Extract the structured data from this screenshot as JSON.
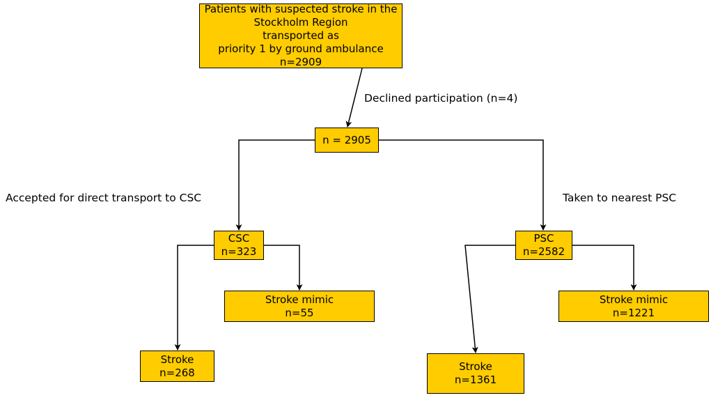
{
  "colors": {
    "box_fill": "#FFCC00",
    "line": "#000000"
  },
  "boxes": {
    "top": {
      "lines": [
        "Patients with suspected stroke in the Stockholm Region",
        "transported as",
        "priority 1 by ground ambulance",
        "n=2909"
      ]
    },
    "total": {
      "lines": [
        "n = 2905"
      ]
    },
    "csc": {
      "lines": [
        "CSC",
        "n=323"
      ]
    },
    "psc": {
      "lines": [
        "PSC",
        "n=2582"
      ]
    },
    "csc_mimic": {
      "lines": [
        "Stroke mimic",
        "n=55"
      ]
    },
    "csc_stroke": {
      "lines": [
        "Stroke",
        "n=268"
      ]
    },
    "psc_mimic": {
      "lines": [
        "Stroke mimic",
        "n=1221"
      ]
    },
    "psc_stroke": {
      "lines": [
        "Stroke",
        "n=1361"
      ]
    }
  },
  "labels": {
    "declined": "Declined participation (n=4)",
    "accepted": "Accepted for direct transport to CSC",
    "nearest": "Taken to nearest PSC"
  }
}
